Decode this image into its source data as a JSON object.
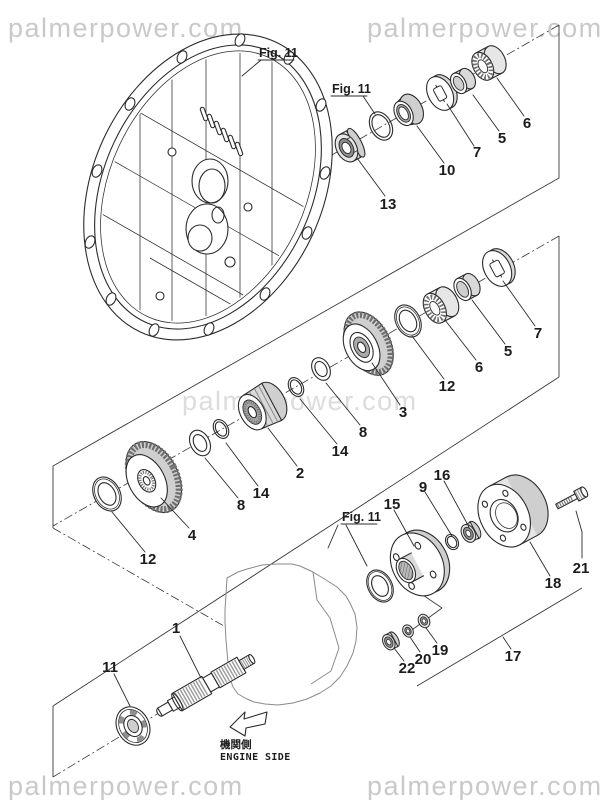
{
  "diagram_type": "exploded-parts-diagram",
  "watermark": {
    "text": "palmerpower.com",
    "color": "#c9c9c9",
    "center_color": "#dcdcdc"
  },
  "figure_reference": {
    "label": "Fig. 11"
  },
  "engine_side": {
    "jp": "機関側",
    "en": "ENGINE SIDE"
  },
  "callouts": {
    "p1": "1",
    "p2": "2",
    "p3": "3",
    "p4": "4",
    "p5": "5",
    "p6": "6",
    "p7": "7",
    "p8": "8",
    "p9": "9",
    "p10": "10",
    "p11": "11",
    "p12": "12",
    "p13": "13",
    "p14": "14",
    "p15": "15",
    "p16": "16",
    "p17": "17",
    "p18": "18",
    "p19": "19",
    "p20": "20",
    "p21": "21",
    "p22": "22"
  },
  "colors": {
    "line": "#2b2b2b",
    "shade_light": "#d9d9d9",
    "shade_mid": "#a8a8a8",
    "shade_dark": "#8f8f8f"
  }
}
